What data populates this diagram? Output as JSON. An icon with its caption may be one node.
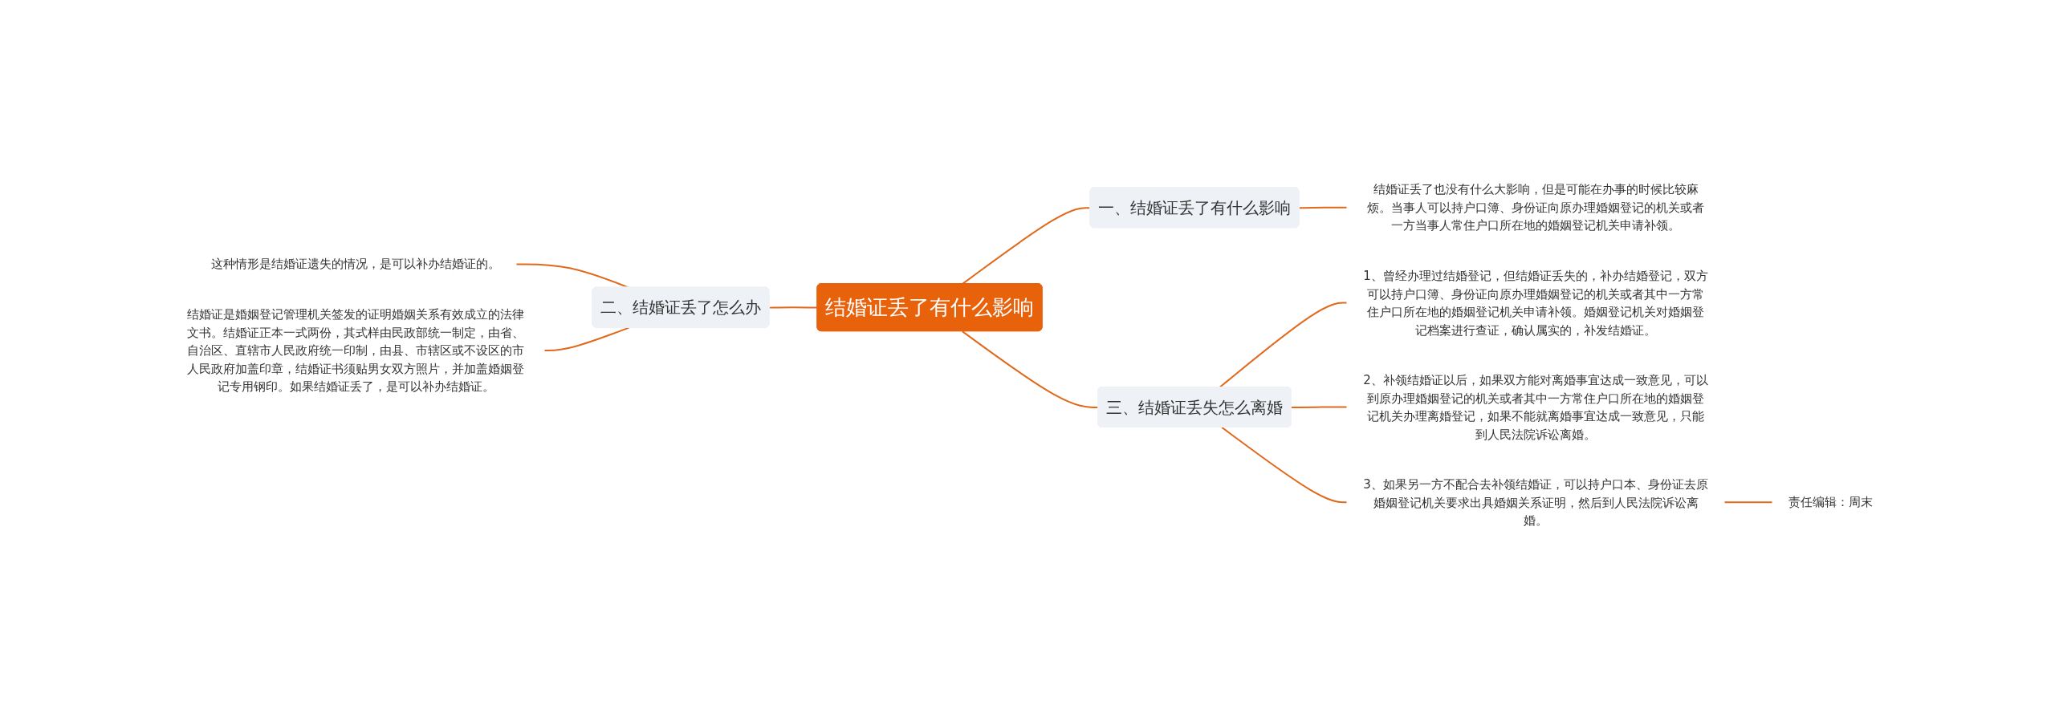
{
  "diagram": {
    "nodes": [
      {
        "text": [
          "结婚证丢了有什么影响"
        ]
      },
      {
        "text": [
          "一、结婚证丢了有什么影响"
        ]
      },
      {
        "text": [
          "结婚证丢了也没有什么大影响，但是可能在办事的时候比较麻烦。当事人可以持户口簿、身份证向原办理婚姻登记的机关或者一方当事人常住户口所在地的婚姻登记机关申请补领。"
        ]
      },
      {
        "text": [
          "二、结婚证丢了怎么办"
        ]
      },
      {
        "text": [
          "这种情形是结婚证遗失的情况，是可以补办结婚证的。"
        ]
      },
      {
        "text": [
          "结婚证是婚姻登记管理机关签发的证明婚姻关系有效成立的法律文书。结婚证正本一式两份，其式样由民政部统一制定，由省、自治区、直辖市人民政府统一印制，由县、市辖区或不设区的市人民政府加盖印章，结婚证书须贴男女双方照片，并加盖婚姻登记专用钢印。如果结婚证丢了，是可以补办结婚证。"
        ]
      },
      {
        "text": [
          "三、结婚证丢失怎么离婚"
        ]
      },
      {
        "text": [
          "1、曾经办理过结婚登记，但结婚证丢失的，补办结婚登记，双方可以持户口簿、身份证向原办理婚姻登记的机关或者其中一方常住户口所在地的婚姻登记机关申请补领。婚姻登记机关对婚姻登记档案进行查证，确认属实的，补发结婚证。"
        ]
      },
      {
        "text": [
          "2、补领结婚证以后，如果双方能对离婚事宜达成一致意见，可以到原办理婚姻登记的机关或者其中一方常住户口所在地的婚姻登记机关办理离婚登记，如果不能就离婚事宜达成一致意见，只能到人民法院诉讼离婚。"
        ]
      },
      {
        "text": [
          "3、如果另一方不配合去补领结婚证，可以持户口本、身份证去原婚姻登记机关要求出具婚姻关系证明，然后到人民法院诉讼离婚。"
        ]
      },
      {
        "text": [
          "责任编辑：周末"
        ]
      }
    ],
    "edges": [
      {
        "from": 0,
        "to": 1,
        "arrow": "none"
      },
      {
        "from": 1,
        "to": 2,
        "arrow": "none"
      },
      {
        "from": 0,
        "to": 3,
        "arrow": "none"
      },
      {
        "from": 3,
        "to": 4,
        "arrow": "none"
      },
      {
        "from": 3,
        "to": 5,
        "arrow": "none"
      },
      {
        "from": 0,
        "to": 6,
        "arrow": "none"
      },
      {
        "from": 6,
        "to": 7,
        "arrow": "none"
      },
      {
        "from": 6,
        "to": 8,
        "arrow": "none"
      },
      {
        "from": 6,
        "to": 9,
        "arrow": "none"
      },
      {
        "from": 9,
        "to": 10,
        "arrow": "none"
      }
    ]
  }
}
